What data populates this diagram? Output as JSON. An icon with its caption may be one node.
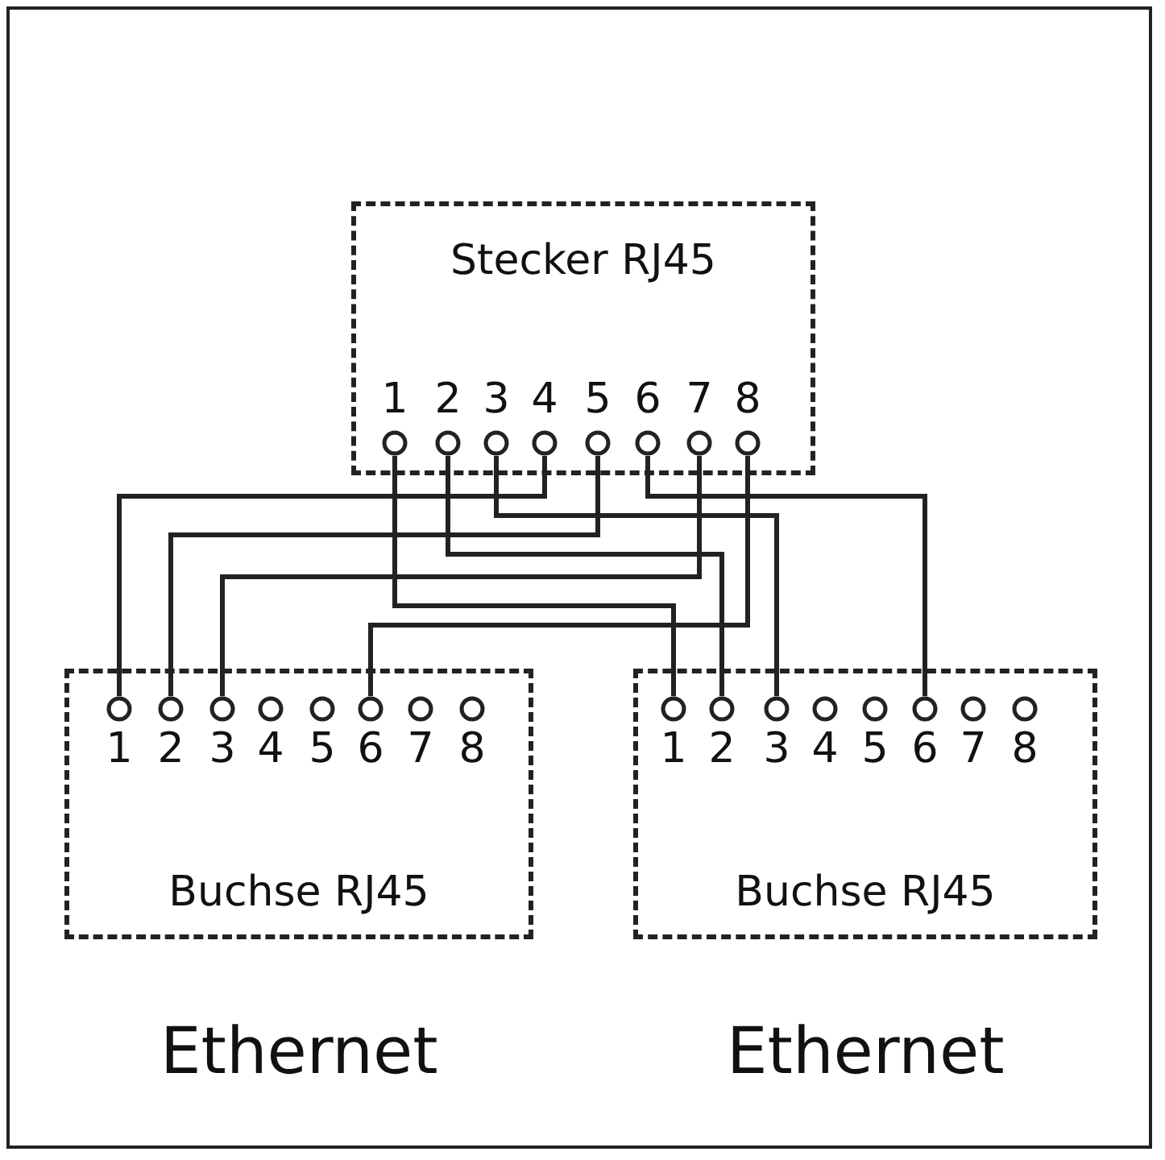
{
  "diagram": {
    "nodes": [
      {
        "text": [
          "Stecker RJ45"
        ]
      },
      {
        "text": [
          "1"
        ],
        "in": 0
      },
      {
        "text": [
          "2"
        ],
        "in": 0
      },
      {
        "text": [
          "3"
        ],
        "in": 0
      },
      {
        "text": [
          "4"
        ],
        "in": 0
      },
      {
        "text": [
          "5"
        ],
        "in": 0
      },
      {
        "text": [
          "6"
        ],
        "in": 0
      },
      {
        "text": [
          "7"
        ],
        "in": 0
      },
      {
        "text": [
          "8"
        ],
        "in": 0
      },
      {
        "text": [
          "Buchse RJ45"
        ],
        "beside": [
          "Ethernet"
        ]
      },
      {
        "text": [
          "1"
        ],
        "in": 9
      },
      {
        "text": [
          "2"
        ],
        "in": 9
      },
      {
        "text": [
          "3"
        ],
        "in": 9
      },
      {
        "text": [
          "4"
        ],
        "in": 9
      },
      {
        "text": [
          "5"
        ],
        "in": 9
      },
      {
        "text": [
          "6"
        ],
        "in": 9
      },
      {
        "text": [
          "7"
        ],
        "in": 9
      },
      {
        "text": [
          "8"
        ],
        "in": 9
      },
      {
        "text": [
          "Buchse RJ45"
        ],
        "beside": [
          "Ethernet"
        ]
      },
      {
        "text": [
          "1"
        ],
        "in": 18
      },
      {
        "text": [
          "2"
        ],
        "in": 18
      },
      {
        "text": [
          "3"
        ],
        "in": 18
      },
      {
        "text": [
          "4"
        ],
        "in": 18
      },
      {
        "text": [
          "5"
        ],
        "in": 18
      },
      {
        "text": [
          "6"
        ],
        "in": 18
      },
      {
        "text": [
          "7"
        ],
        "in": 18
      },
      {
        "text": [
          "8"
        ],
        "in": 18
      }
    ],
    "edges": [
      {
        "from": 1,
        "to": 19,
        "arrow": "none"
      },
      {
        "from": 2,
        "to": 20,
        "arrow": "none"
      },
      {
        "from": 3,
        "to": 21,
        "arrow": "none"
      },
      {
        "from": 4,
        "to": 10,
        "arrow": "none"
      },
      {
        "from": 5,
        "to": 11,
        "arrow": "none"
      },
      {
        "from": 6,
        "to": 24,
        "arrow": "none"
      },
      {
        "from": 7,
        "to": 12,
        "arrow": "none"
      },
      {
        "from": 8,
        "to": 15,
        "arrow": "none"
      }
    ]
  }
}
